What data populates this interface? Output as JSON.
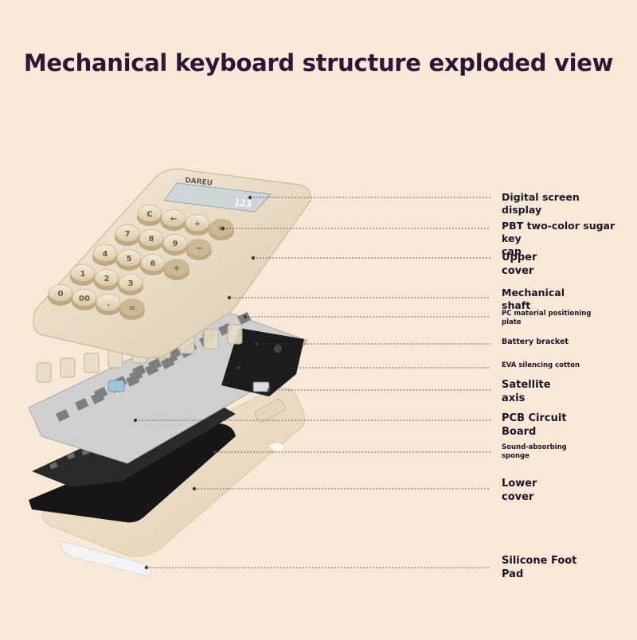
{
  "title": "Mechanical keyboard structure exploded view",
  "brand": "DAREU",
  "display_readout": "123",
  "keycap_symbols": [
    "C",
    "←",
    "÷",
    "×",
    "7",
    "8",
    "9",
    "−",
    "4",
    "5",
    "6",
    "+",
    "1",
    "2",
    "3",
    "0",
    "00",
    ".",
    "="
  ],
  "labels": [
    {
      "id": "digital-screen",
      "lines": [
        "Digital screen",
        "display"
      ]
    },
    {
      "id": "pbt-keycap",
      "lines": [
        "PBT two-color sugar key",
        "cap"
      ]
    },
    {
      "id": "upper-cover",
      "lines": [
        "Upper",
        "cover"
      ]
    },
    {
      "id": "mechanical-shaft",
      "lines": [
        "Mechanical",
        "shaft"
      ]
    },
    {
      "id": "pc-plate",
      "lines": [
        "PC material positioning",
        "plate"
      ]
    },
    {
      "id": "battery-bracket",
      "lines": [
        "Battery bracket"
      ]
    },
    {
      "id": "eva-cotton",
      "lines": [
        "EVA silencing cotton"
      ]
    },
    {
      "id": "satellite-axis",
      "lines": [
        "Satellite",
        "axis"
      ]
    },
    {
      "id": "pcb-board",
      "lines": [
        "PCB Circuit",
        "Board"
      ]
    },
    {
      "id": "sound-sponge",
      "lines": [
        "Sound-absorbing",
        "sponge"
      ]
    },
    {
      "id": "lower-cover",
      "lines": [
        "Lower",
        "cover"
      ]
    },
    {
      "id": "silicone-foot",
      "lines": [
        "Silicone Foot",
        "Pad"
      ]
    }
  ],
  "colors": {
    "background": "#f7e8d8",
    "shell": "#eadcc4",
    "keycap": "#efe3cb",
    "keycap_accent": "#cdb894",
    "plate": "#cfcfcf",
    "pcb": "#2a2a2a",
    "sponge": "#161616",
    "title": "#2a1838"
  }
}
